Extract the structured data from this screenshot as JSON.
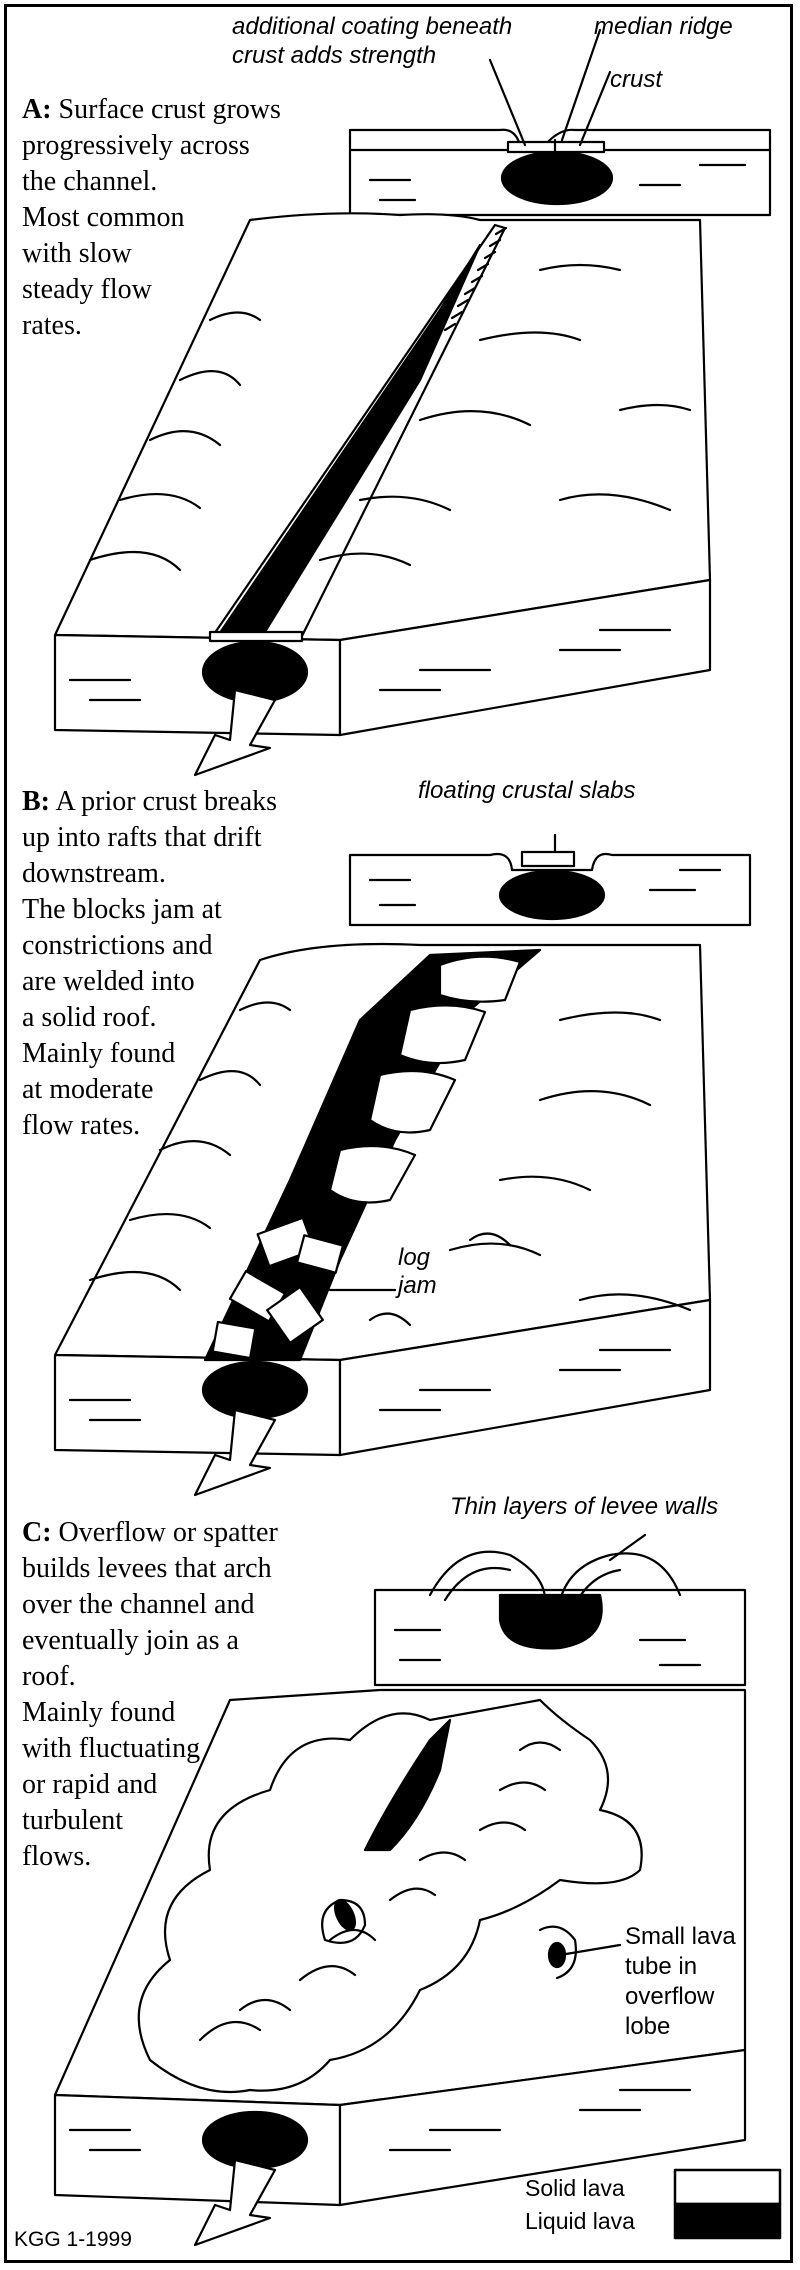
{
  "panel_a": {
    "letter": "A:",
    "text": " Surface crust grows\nprogressively across\nthe channel.\nMost common\nwith slow\nsteady flow\nrates."
  },
  "panel_b": {
    "letter": "B:",
    "text": " A prior crust breaks\nup into rafts that drift\ndownstream.\nThe blocks jam at\nconstrictions and\nare welded into\na solid roof.\nMainly found\nat moderate\nflow rates."
  },
  "panel_c": {
    "letter": "C:",
    "text": " Overflow or spatter\nbuilds levees that arch\nover the channel and\neventually join as a\nroof.\nMainly found\nwith fluctuating\nor rapid and\nturbulent\nflows."
  },
  "labels": {
    "additional_coating": "additional coating beneath\ncrust adds strength",
    "median_ridge": "median ridge",
    "crust": "crust",
    "floating_slabs": "floating crustal slabs",
    "log_jam": "log\njam",
    "thin_layers": "Thin layers of  levee walls",
    "small_tube": "Small lava\ntube in\noverflow\nlobe"
  },
  "legend": {
    "solid": "Solid lava",
    "liquid": "Liquid lava"
  },
  "credit": "KGG 1-1999",
  "colors": {
    "ink": "#000000",
    "paper": "#ffffff"
  }
}
